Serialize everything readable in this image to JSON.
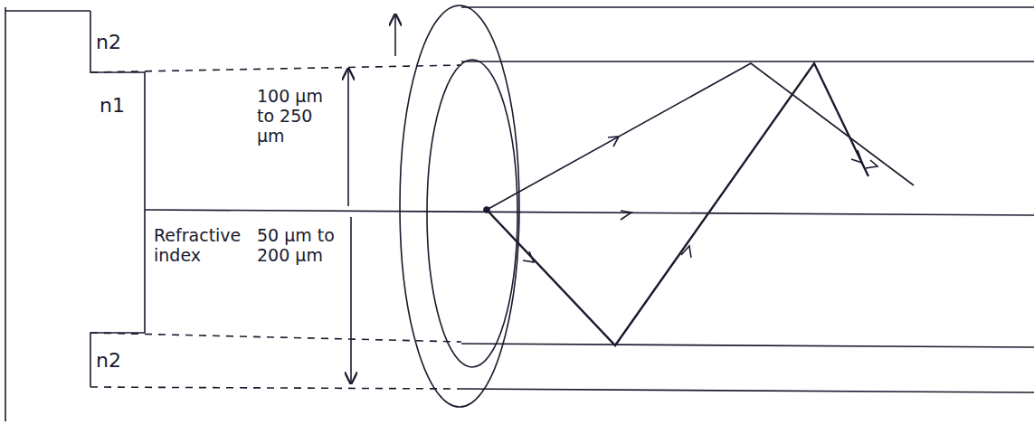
{
  "diagram": {
    "labels": [
      "n2",
      "n1",
      "100 µm to 250 µm",
      "Refractive index",
      "50 µm to 200 µm",
      "n2"
    ]
  }
}
